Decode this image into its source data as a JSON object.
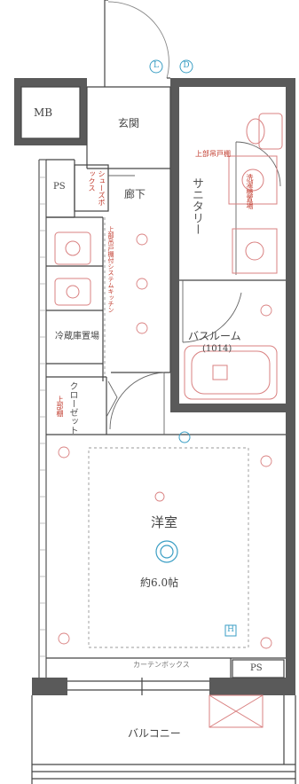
{
  "floor_plan": {
    "rooms": {
      "mb": "MB",
      "entrance": "玄関",
      "ps_top": "PS",
      "shoe_box": "シューズボックス",
      "corridor": "廊下",
      "sanitary": "サニタリー",
      "upper_door": "上部吊戸棚",
      "washer": "洗濯機置場",
      "fridge": "冷蔵庫置場",
      "bathroom": "バスルーム",
      "bath_size": "(1014)",
      "closet": "クローゼット",
      "closet_shelf": "上部棚",
      "western_room": "洋室",
      "room_size": "約6.0帖",
      "curtain_box": "カーテンボックス",
      "ps_bottom": "PS",
      "balcony": "バルコニー",
      "kitchen_note": "上部吊戸棚付システムキッチン"
    },
    "markers": {
      "l": "L",
      "d": "D",
      "h": "H"
    },
    "colors": {
      "wall": "#5a5a5a",
      "line": "#444444",
      "equipment": "#d98080",
      "marker": "#3a9ec4"
    }
  }
}
